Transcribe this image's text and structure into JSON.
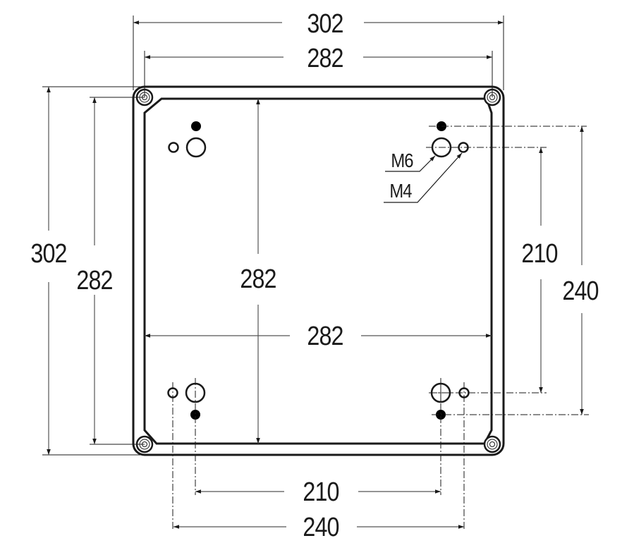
{
  "drawing": {
    "title": "Enclosure base plate mounting dimensions",
    "units": "mm",
    "colors": {
      "line": "#1a1a1a",
      "dim_line": "#555555",
      "background": "#ffffff"
    }
  },
  "dimensions": {
    "overall_width": "302",
    "inner_width_top": "282",
    "overall_height": "302",
    "inner_height_left": "282",
    "inner_height_center": "282",
    "inner_width_center": "282",
    "hole_spacing_vertical_m4": "210",
    "hole_spacing_vertical_outer": "240",
    "hole_spacing_horizontal_m6": "210",
    "hole_spacing_horizontal_outer": "240"
  },
  "callouts": {
    "m6": "M6",
    "m4": "M4"
  },
  "holes": [
    {
      "id": "corner-screw-tl",
      "type": "corner-screw"
    },
    {
      "id": "corner-screw-tr",
      "type": "corner-screw"
    },
    {
      "id": "corner-screw-bl",
      "type": "corner-screw"
    },
    {
      "id": "corner-screw-br",
      "type": "corner-screw"
    },
    {
      "id": "mount-solid",
      "type": "filled",
      "count": 4
    },
    {
      "id": "mount-m6",
      "type": "M6",
      "count": 4
    },
    {
      "id": "mount-m4",
      "type": "M4",
      "count": 4
    }
  ]
}
